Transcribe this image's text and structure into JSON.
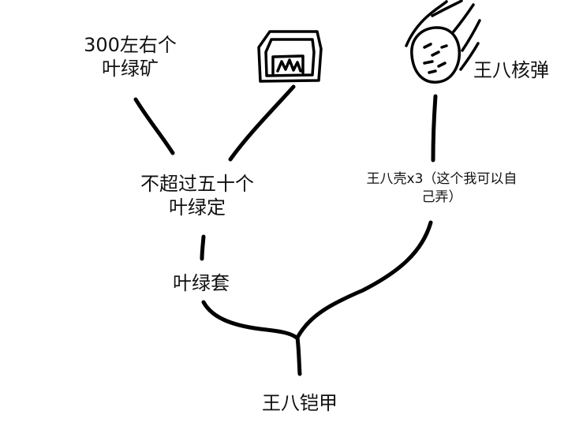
{
  "nodes": {
    "chlorophyte_ore": "300左右个\n叶绿矿",
    "chlorophyte_bar": "不超过五十个\n叶绿定",
    "chlorophyte_set": "叶绿套",
    "turtle_shell": "王八壳x3（这个我可以自\n己弄）",
    "turtle_nuke": "王八核弹",
    "turtle_armor": "王八铠甲"
  },
  "icons": {
    "furnace": "furnace-icon",
    "meteor": "meteor-icon"
  }
}
